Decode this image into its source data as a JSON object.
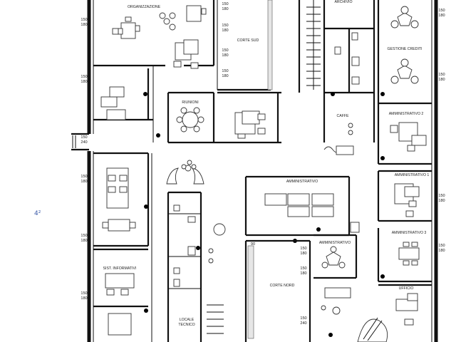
{
  "rooms": {
    "organizzazione": "ORGANIZZAZIONE",
    "corte_sud": "CORTE SUD",
    "riunioni": "RIUNIONI",
    "caffe": "CAFFE",
    "gestione_crediti": "GESTIONE CREDITI",
    "amministrativo_2": "AMMINISTRATIVO 2",
    "amministrativo_1": "AMMINISTRATIVO 1",
    "amministrativo_3": "AMMINISTRATIVO 3",
    "amministrativo": "AMMINISTRATIVO",
    "amministrativo_b": "AMMINISTRATIVO",
    "ufficio": "UFFICIO",
    "sist_informativi": "SIST. INFORMATIVI",
    "corte_nord": "CORTE NORD",
    "locale_tecnico_1": "LOCALE",
    "locale_tecnico_2": "TECNICO",
    "archivio": "ARCHIVIO"
  },
  "dims": {
    "d150": "150",
    "d180": "180",
    "d240": "240",
    "d90": "90"
  },
  "margin_note": "4²"
}
